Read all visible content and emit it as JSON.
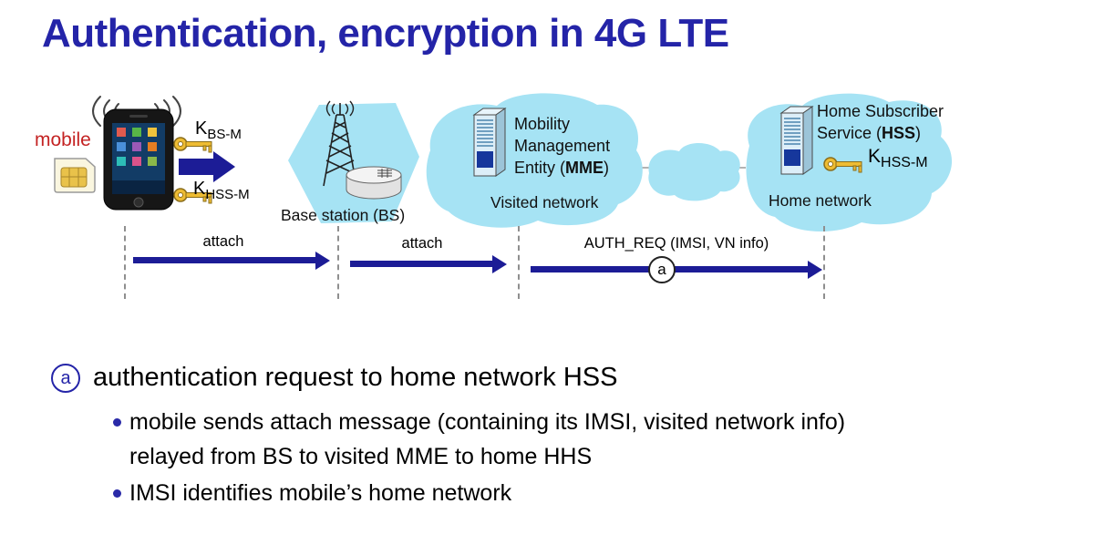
{
  "slide": {
    "title": "Authentication, encryption in 4G LTE"
  },
  "diagram": {
    "mobile_label": "mobile",
    "keys": {
      "bs": {
        "k": "K",
        "sub": "BS-M"
      },
      "hss": {
        "k": "K",
        "sub": "HSS-M"
      }
    },
    "bs_label": "Base station (BS)",
    "mme": {
      "line1": "Mobility",
      "line2": "Management",
      "line3_pre": "Entity (",
      "line3_bold": "MME",
      "line3_post": ")"
    },
    "visited_label": "Visited network",
    "hss": {
      "line1": "Home Subscriber",
      "line2_pre": "Service (",
      "line2_bold": "HSS",
      "line2_post": ")",
      "key_k": "K",
      "key_sub": "HSS-M"
    },
    "home_label": "Home network",
    "messages": {
      "attach1": "attach",
      "attach2": "attach",
      "auth_req": "AUTH_REQ (IMSI, VN info)"
    },
    "step_marker": "a"
  },
  "notes": {
    "marker": "a",
    "heading": "authentication request to home network HSS",
    "bullets": [
      {
        "lines": [
          "mobile sends attach message (containing its IMSI, visited network info)",
          "relayed from BS to visited MME to home HHS"
        ]
      },
      {
        "lines": [
          "IMSI identifies mobile’s home network"
        ]
      }
    ]
  },
  "colors": {
    "title_blue": "#2424a8",
    "blob_blue": "#a6e3f4",
    "arrow_navy": "#1c1c96",
    "mobile_red": "#c42323",
    "key_gold": "#eebc33"
  }
}
